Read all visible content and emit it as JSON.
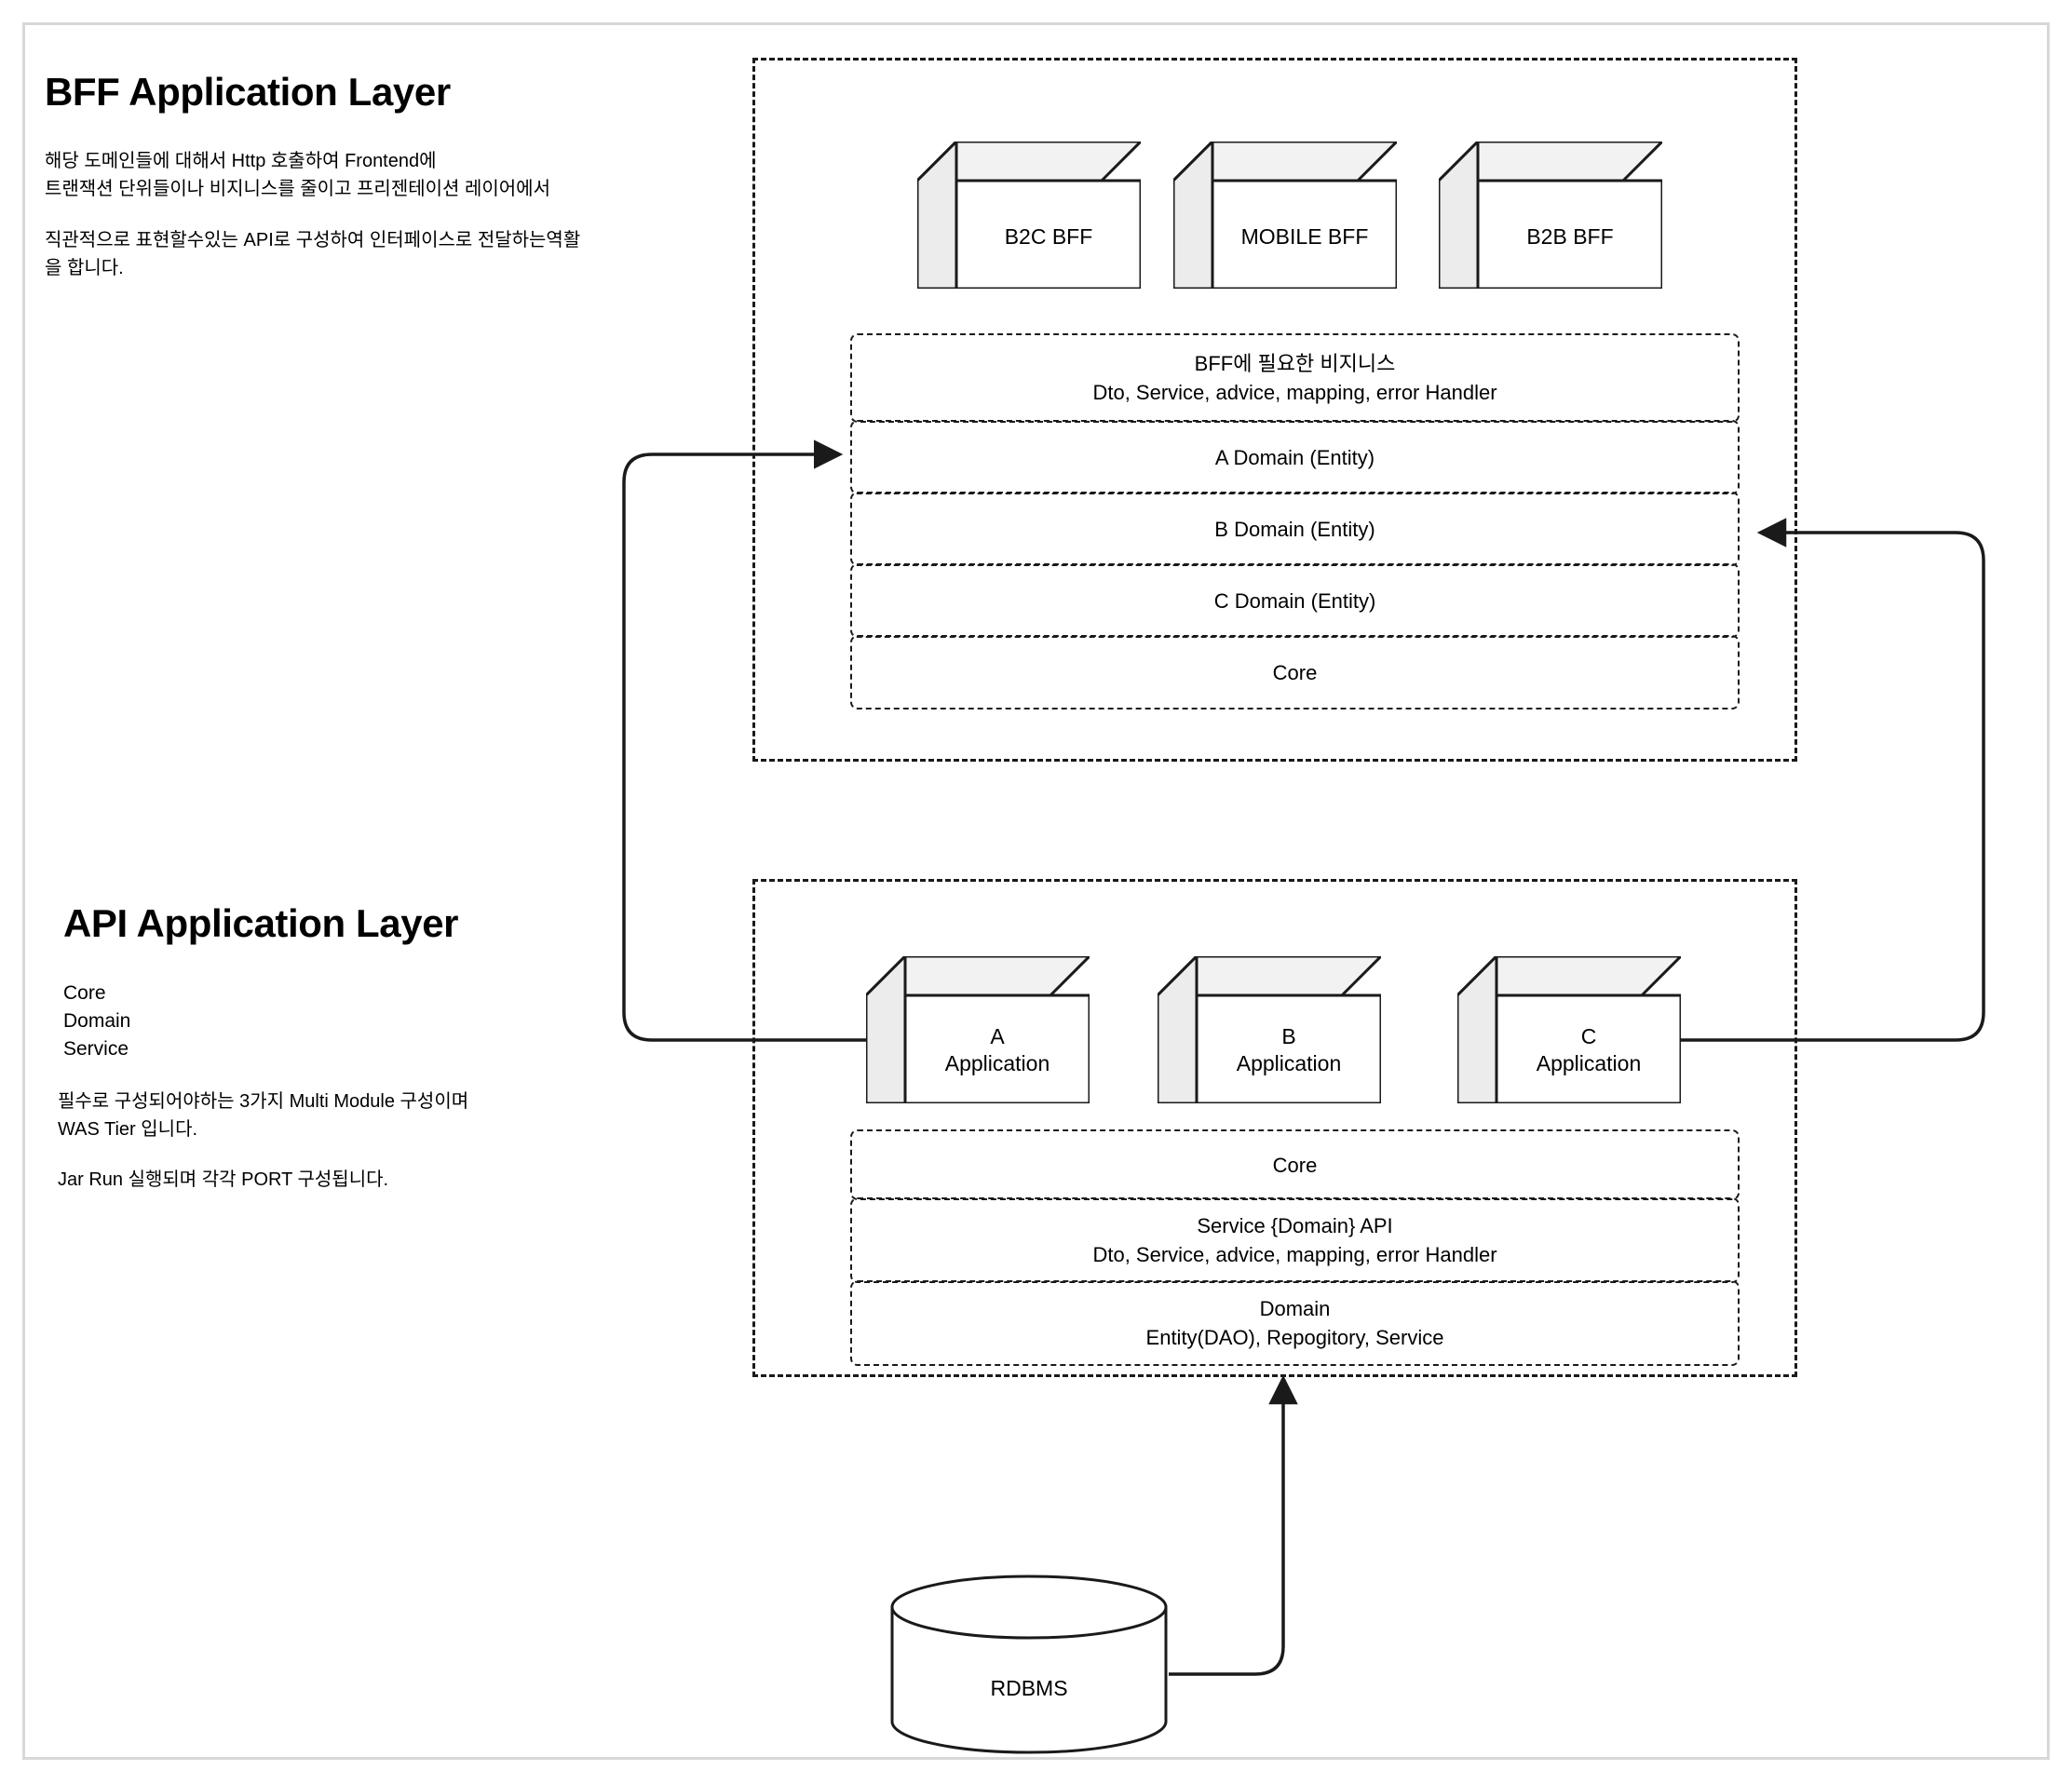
{
  "sections": [
    {
      "title": "BFF Application Layer",
      "paragraphs": [
        "해당 도메인들에 대해서 Http 호출하여 Frontend에\n트랜잭션 단위들이나 비지니스를 줄이고 프리젠테이션 레이어에서",
        "직관적으로 표현할수있는 API로 구성하여 인터페이스로 전달하는역활\n을 합니다."
      ]
    },
    {
      "title": "API Application Layer",
      "list": "Core\nDomain\nService",
      "paragraphs": [
        "필수로 구성되어야하는 3가지 Multi Module 구성이며\nWAS Tier 입니다.",
        "Jar Run 실행되며 각각 PORT 구성됩니다."
      ]
    }
  ],
  "bff_layer": {
    "nodes": [
      {
        "label": "B2C BFF"
      },
      {
        "label": "MOBILE BFF"
      },
      {
        "label": "B2B BFF"
      }
    ],
    "stack": [
      {
        "label": "BFF에 필요한 비지니스\nDto, Service, advice, mapping, error Handler"
      },
      {
        "label": "A Domain (Entity)"
      },
      {
        "label": "B Domain (Entity)"
      },
      {
        "label": "C Domain (Entity)"
      },
      {
        "label": "Core"
      }
    ]
  },
  "api_layer": {
    "nodes": [
      {
        "label": "A\nApplication"
      },
      {
        "label": "B\nApplication"
      },
      {
        "label": "C\nApplication"
      }
    ],
    "stack": [
      {
        "label": "Core"
      },
      {
        "label": "Service {Domain} API\nDto, Service, advice, mapping, error Handler"
      },
      {
        "label": "Domain\nEntity(DAO), Repogitory, Service"
      }
    ]
  },
  "database": {
    "label": "RDBMS"
  },
  "colors": {
    "stroke": "#1a1a1a",
    "cube_face": "#ffffff",
    "cube_shade": "#ececec",
    "cube_top": "#f2f2f2",
    "page_border": "#d8d8d8",
    "text": "#000000"
  }
}
